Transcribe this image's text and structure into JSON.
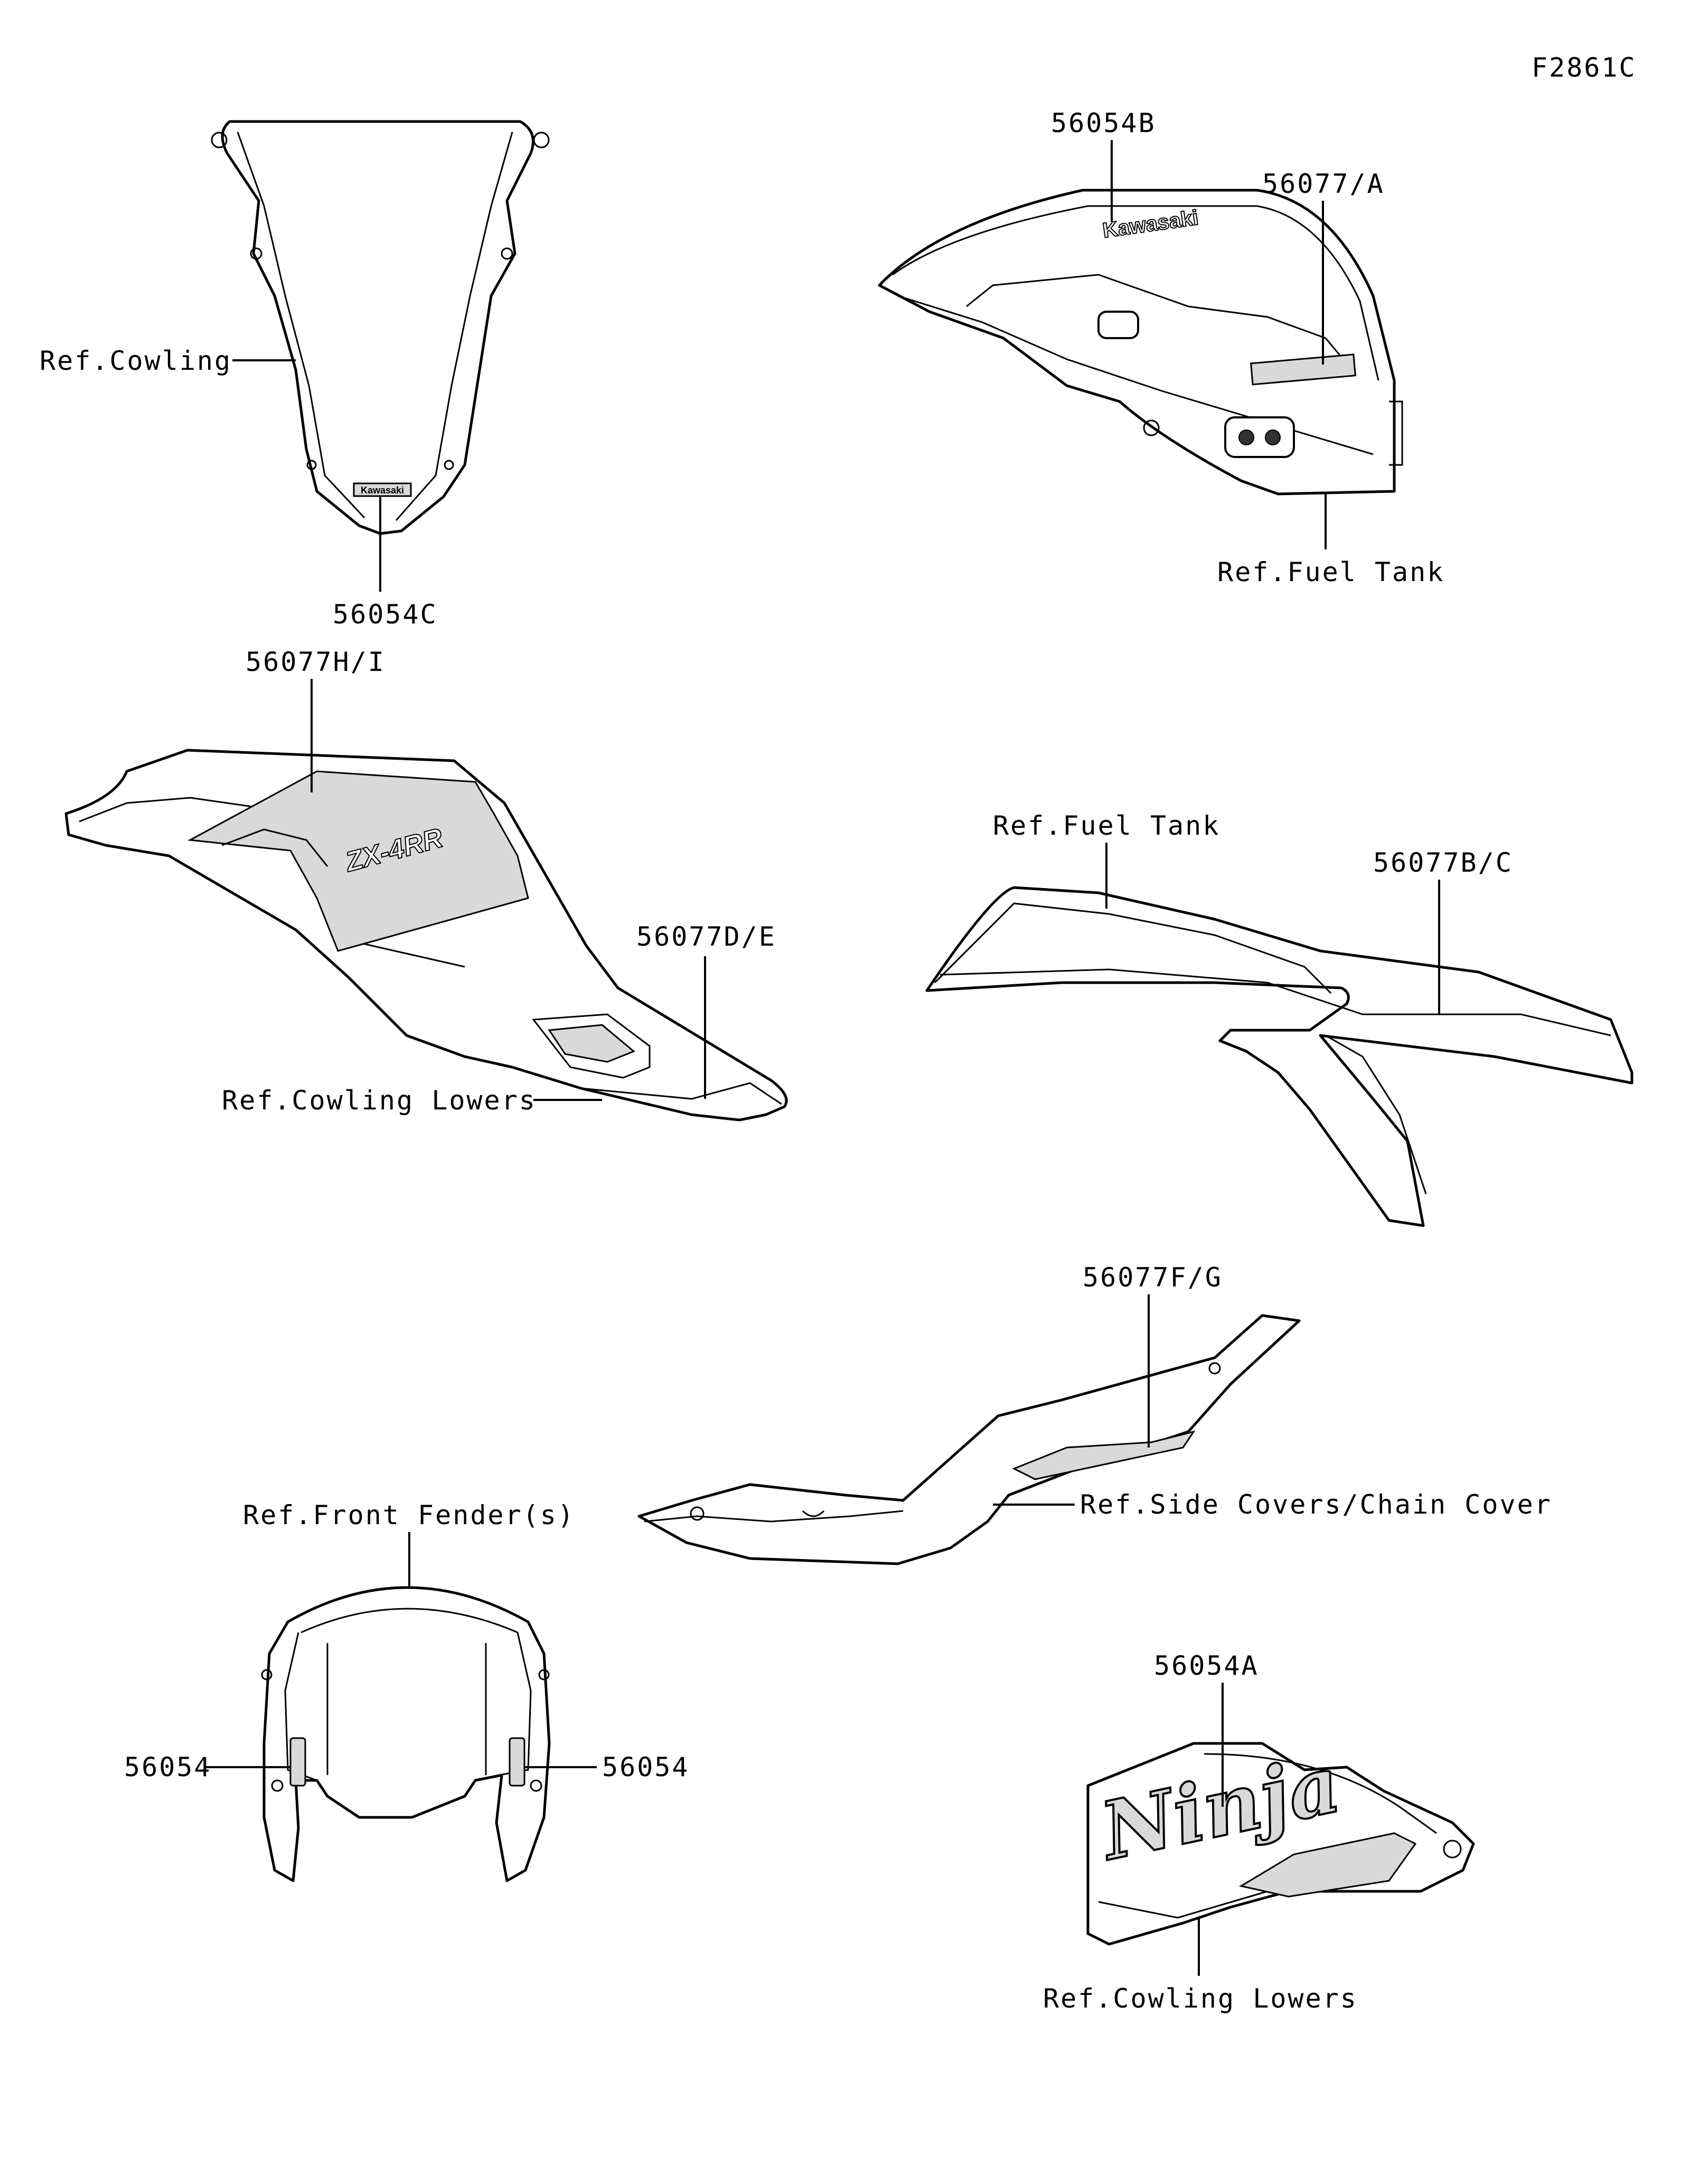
{
  "figure_id": "F2861C",
  "callouts": {
    "c_56054B": "56054B",
    "c_56077A": "56077/A",
    "ref_fuel_tank_1": "Ref.Fuel Tank",
    "ref_cowling": "Ref.Cowling",
    "c_56054C": "56054C",
    "c_56077HI": "56077H/I",
    "c_56077DE": "56077D/E",
    "ref_cowling_lowers_1": "Ref.Cowling Lowers",
    "ref_fuel_tank_2": "Ref.Fuel Tank",
    "c_56077BC": "56077B/C",
    "c_56077FG": "56077F/G",
    "ref_side_covers": "Ref.Side Covers/Chain Cover",
    "ref_front_fender": "Ref.Front Fender(s)",
    "c_56054_left": "56054",
    "c_56054_right": "56054",
    "c_56054A": "56054A",
    "ref_cowling_lowers_2": "Ref.Cowling Lowers"
  },
  "decal_text": {
    "windscreen_logo": "Kawasaki",
    "tank_logo": "Kawasaki",
    "tail_logo": "ZX-4RR",
    "lower_logo": "Ninja"
  }
}
